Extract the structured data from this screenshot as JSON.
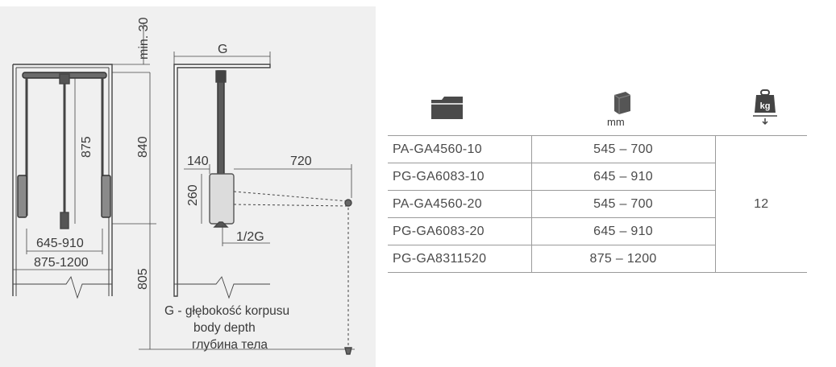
{
  "drawing": {
    "left_view": {
      "min_label": "min. 30",
      "inner_height": "875",
      "cabinet_height": "840",
      "lower_height": "805",
      "rail_width": "645-910",
      "cabinet_width": "875-1200"
    },
    "right_view": {
      "depth_label": "G",
      "offset_label": "140",
      "reach_label": "720",
      "basket_label": "260",
      "half_depth_label": "1/2G"
    },
    "legend": {
      "line_pl": "G - głębokość korpusu",
      "line_en": "body depth",
      "line_ru": "глубина тела"
    }
  },
  "table": {
    "header": {
      "code_icon": "folder-icon",
      "width_icon": "cabinet-width-icon",
      "width_unit": "mm",
      "load_icon": "weight-kg-icon",
      "load_icon_text": "kg"
    },
    "rows": [
      {
        "code": "PA-GA4560-10",
        "range": "545 – 700"
      },
      {
        "code": "PG-GA6083-10",
        "range": "645 – 910"
      },
      {
        "code": "PA-GA4560-20",
        "range": "545 – 700"
      },
      {
        "code": "PG-GA6083-20",
        "range": "645 – 910"
      },
      {
        "code": "PG-GA8311520",
        "range": "875 – 1200"
      }
    ],
    "load_value": "12"
  }
}
